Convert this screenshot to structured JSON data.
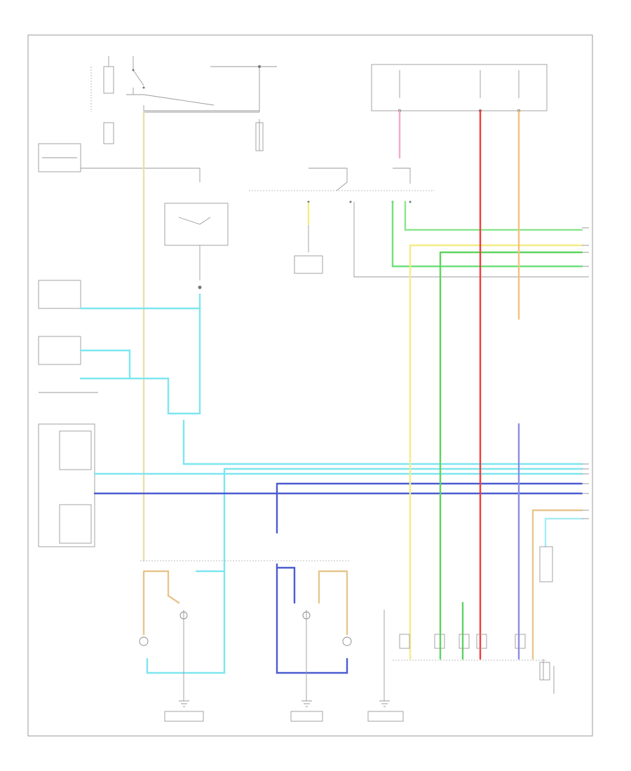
{
  "diagram": {
    "page_label": "",
    "colors": {
      "light_blue": "#7de6ef",
      "dark_blue": "#4a5bd0",
      "green": "#5fd35f",
      "yellow": "#f4ec86",
      "tan": "#e7c58d",
      "red": "#f23b3b",
      "orange": "#f7c07c",
      "pink": "#f3a9c9",
      "purple_blue": "#8a8ee5",
      "gray": "#9a9a9a",
      "black": "#555555"
    },
    "components": [
      {
        "id": "relay-top-left",
        "label": ""
      },
      {
        "id": "trailer-relay",
        "label": ""
      },
      {
        "id": "fuse-block-top-right",
        "label": ""
      },
      {
        "id": "turn-hazard-switch",
        "label": ""
      },
      {
        "id": "brake-switch",
        "label": ""
      },
      {
        "id": "lh-left-turn-lamp",
        "label": ""
      },
      {
        "id": "rh-right-turn-lamp",
        "label": ""
      },
      {
        "id": "transmission-control",
        "label": ""
      },
      {
        "id": "instrument-panel-cluster",
        "label": ""
      },
      {
        "id": "left-rear-lamp-assy",
        "label": ""
      },
      {
        "id": "right-rear-lamp-assy",
        "label": ""
      },
      {
        "id": "trailer-connector",
        "label": ""
      },
      {
        "id": "trailer-brake-module",
        "label": ""
      },
      {
        "id": "ground-g1",
        "label": ""
      },
      {
        "id": "ground-g2",
        "label": ""
      },
      {
        "id": "ground-g3",
        "label": ""
      }
    ]
  }
}
